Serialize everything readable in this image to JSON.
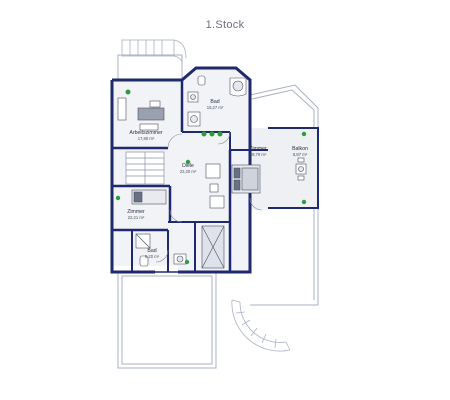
{
  "title": "1.Stock",
  "colors": {
    "wall": "#1f2a6e",
    "floor": "#f2f3f6",
    "outline": "#aab0c4",
    "plant": "#2e9b3c"
  },
  "rooms": [
    {
      "key": "bad_top",
      "name": "Bad",
      "area": "15,27 m²"
    },
    {
      "key": "arbeitszimmer",
      "name": "Arbeitszimmer",
      "area": "17,80 m²"
    },
    {
      "key": "diele",
      "name": "Diele",
      "area": "22,20 m²"
    },
    {
      "key": "zimmer_right",
      "name": "Zimmer",
      "area": "38,79 m²"
    },
    {
      "key": "balkon",
      "name": "Balkon",
      "area": "8,87 m²"
    },
    {
      "key": "zimmer_left",
      "name": "Zimmer",
      "area": "22,21 m²"
    },
    {
      "key": "bad_bottom",
      "name": "Bad",
      "area": "6,20 m²"
    }
  ]
}
